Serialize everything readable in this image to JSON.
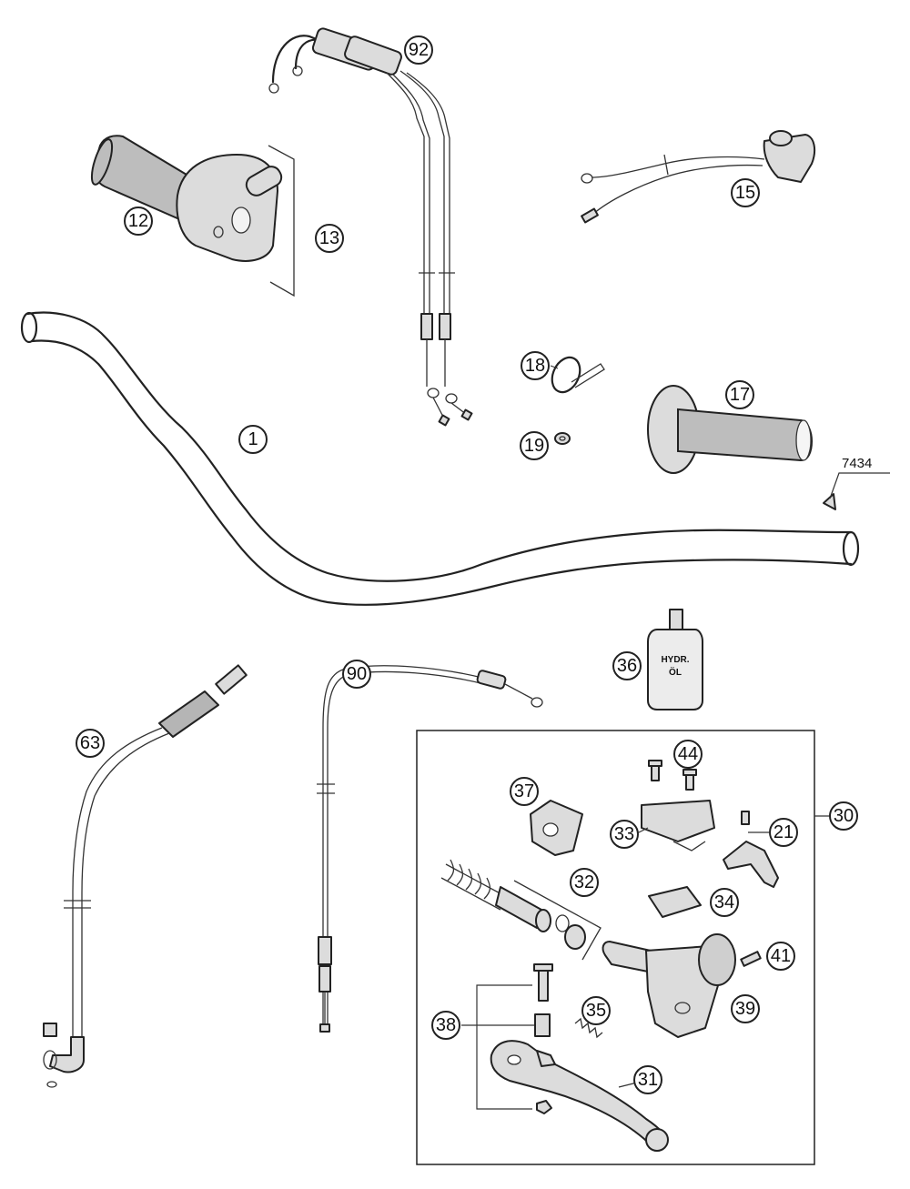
{
  "callouts": {
    "c92": "92",
    "c12": "12",
    "c13": "13",
    "c15": "15",
    "c18": "18",
    "c17": "17",
    "c1": "1",
    "c19": "19",
    "c36": "36",
    "c90": "90",
    "c63": "63",
    "c44": "44",
    "c30": "30",
    "c37": "37",
    "c33": "33",
    "c21": "21",
    "c32": "32",
    "c34": "34",
    "c41": "41",
    "c39": "39",
    "c38": "38",
    "c35": "35",
    "c31": "31"
  },
  "labels": {
    "ref_7434": "7434"
  },
  "bottle": {
    "line1": "HYDR.",
    "line2": "ÖL"
  }
}
